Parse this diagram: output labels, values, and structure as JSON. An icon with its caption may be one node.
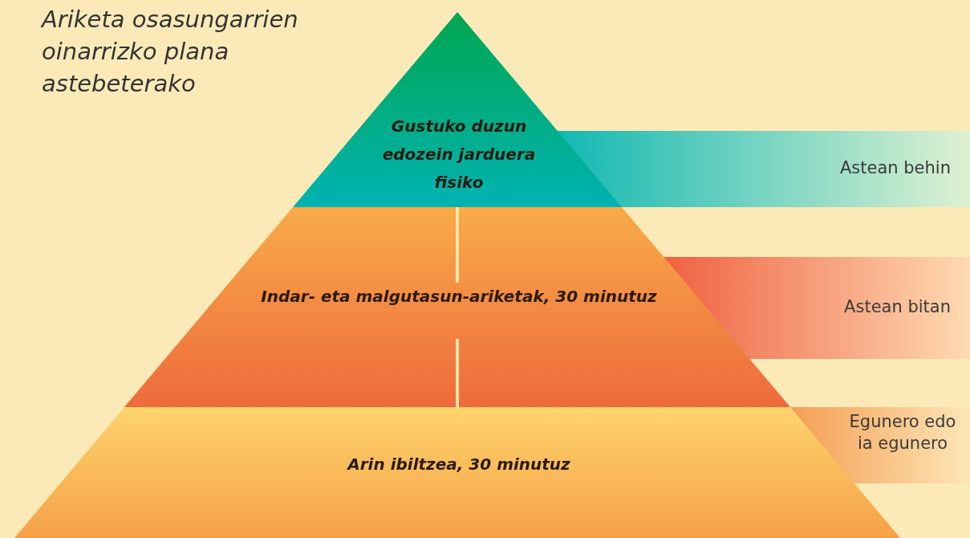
{
  "diagram": {
    "title": "Ariketa osasungarrien oinarrizko plana astebeterako",
    "nodes": [
      {
        "text": [
          "Gustuko duzun edozein jarduera fisiko"
        ]
      },
      {
        "text": [
          "Indar- eta malgutasun-ariketak, 30 minutuz"
        ]
      },
      {
        "text": [
          "Arin ibiltzea, 30 minutuz"
        ]
      },
      {
        "text": [
          "Astean behin"
        ]
      },
      {
        "text": [
          "Astean bitan"
        ]
      },
      {
        "text": [
          "Egunero edo ia egunero"
        ]
      }
    ]
  }
}
